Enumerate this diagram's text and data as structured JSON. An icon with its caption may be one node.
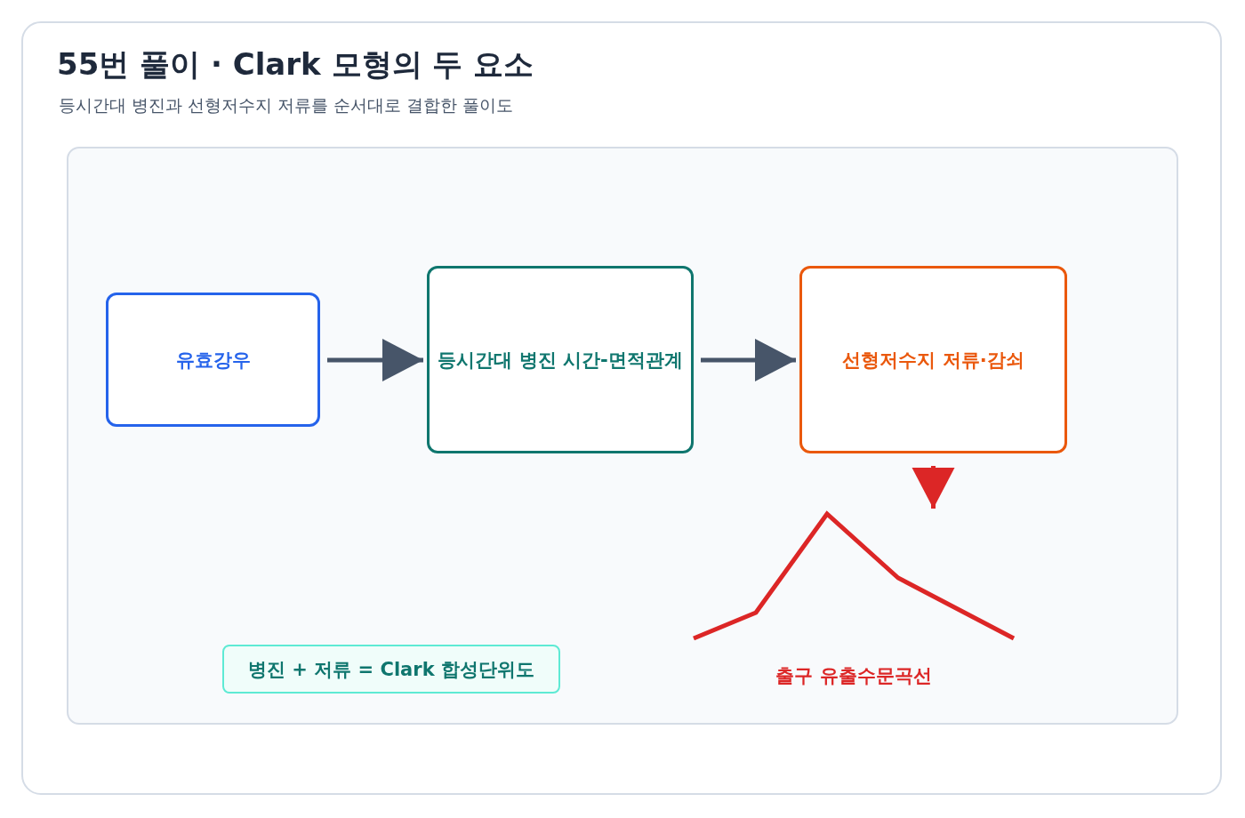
{
  "diagram": {
    "title": "55번 풀이 · Clark 모형의 두 요소",
    "caption": "등시간대 병진과 선형저수지 저류를 순서대로 결합한 풀이도",
    "nodes": [
      {
        "text": [
          "유효강우"
        ]
      },
      {
        "text": [
          "등시간대 병진 시간-면적관계"
        ]
      },
      {
        "text": [
          "선형저수지 저류·감쇠"
        ]
      },
      {
        "text": [
          "출구 유출수문곡선"
        ]
      },
      {
        "text": [
          "병진 + 저류 = Clark 합성단위도"
        ]
      }
    ],
    "edges": [
      {
        "from": 0,
        "to": 1,
        "arrow": "to"
      },
      {
        "from": 1,
        "to": 2,
        "arrow": "to"
      },
      {
        "from": 2,
        "to": 3,
        "arrow": "to",
        "color": "#dc2626"
      }
    ]
  }
}
